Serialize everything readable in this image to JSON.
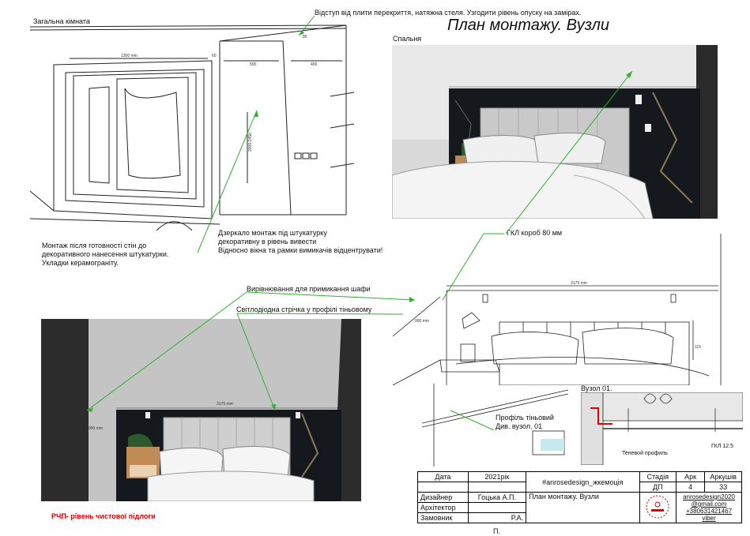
{
  "sheet": {
    "title": "План монтажу. Вузли",
    "top_left_label": "Загальна кімната",
    "top_note": "Відступ від плити перекриття, натяжна стеля. Узгодити рівень опуску на замірах.",
    "bedroom_label": "Спальня",
    "gkl_box": "ГКЛ короб 80 мм"
  },
  "notes": {
    "install_after": [
      "Монтаж після готовності стін до",
      "декоративного нанесення штукатурки.",
      "Укладки керамограніту."
    ],
    "mirror": [
      "Дзеркало монтаж під штукатурку",
      "декоративну в рівень вивести",
      "Відносно вікна та рамки вимикачів відцентрувати!"
    ],
    "alignment": "Вирівнювання для примикання шафи",
    "led_strip": "Світлодіодна стрічка у профілі тіньовому",
    "shadow_profile": [
      "Профіль тіньовий",
      "Див. вузол. 01"
    ],
    "node": "Вузол 01.",
    "shadow_profile_small": "Теневой профиль",
    "gkl_thickness": "ГКЛ 12.5",
    "floor_level": "РЧП- рівень чистової підлоги"
  },
  "dimensions": {
    "d1300": "1300 mm",
    "d60": "60",
    "d500": "500",
    "d400": "400",
    "d80": "80",
    "d2000": "2000-2450",
    "d3175": "3175 mm",
    "d900": "900 mm",
    "d115": "115"
  },
  "stamp": {
    "date_label": "Дата",
    "date_value": "2021рік",
    "hashtag": "#anrosedesign_жкемоція",
    "stage_label": "Стадія",
    "sheet_label": "Арк",
    "sheets_label": "Аркушів",
    "designer_label": "Дизайнер",
    "designer_value": "Гоцька А.П.",
    "stage_value": "ДП",
    "sheet_value": "4",
    "sheets_value": "33",
    "architect_label": "Архітектор",
    "plan_title": "План монтажу. Вузли",
    "client_label": "Замовник",
    "client_value": "Р.А.",
    "contact_email_1": "anrosedesign2020",
    "contact_email_2": "@gmail.com",
    "contact_phone": "+380631421467 viber",
    "footer_letter": "П."
  },
  "colors": {
    "arrow": "#2fb02f",
    "floor_text": "#e00000",
    "marble": "#15181c",
    "headboard": "#c9c9c9",
    "wall_grey": "#bfbfbf"
  }
}
